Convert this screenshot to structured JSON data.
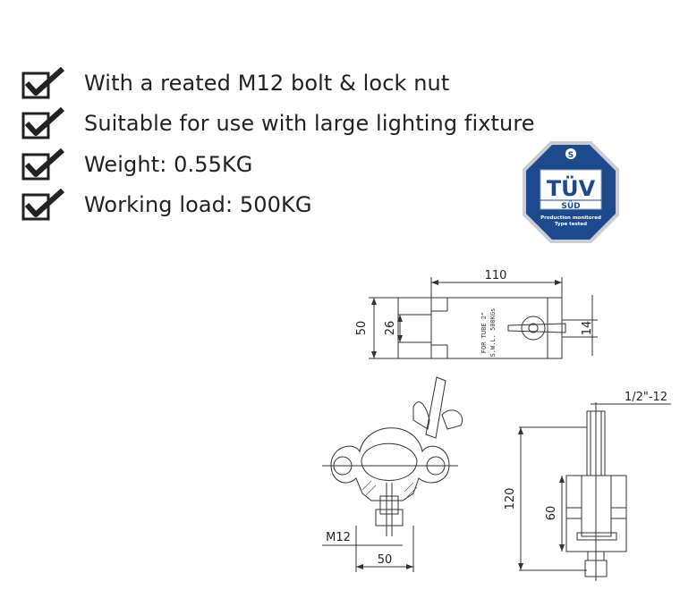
{
  "features": [
    {
      "text": "With a reated M12 bolt & lock nut"
    },
    {
      "text": "Suitable for use with large lighting fixture"
    },
    {
      "text": "Weight: 0.55KG"
    },
    {
      "text": "Working load: 500KG"
    }
  ],
  "badge": {
    "mark": "TÜV",
    "sub": "SÜD",
    "caption_line1": "Production monitored",
    "caption_line2": "Type tested",
    "color": "#1c4a8c"
  },
  "drawing": {
    "dim_top_width": "110",
    "dim_top_height": "50",
    "dim_inner_height": "26",
    "dim_bolt": "14",
    "stamp_line1": "FOR TUBE 2\"",
    "stamp_line2": "S.W.L. 500KGs",
    "dim_bolt_label": "M12",
    "dim_front_width": "50",
    "dim_thread": "1/2\"-12",
    "dim_side_height": "120",
    "dim_side_inner": "60"
  }
}
